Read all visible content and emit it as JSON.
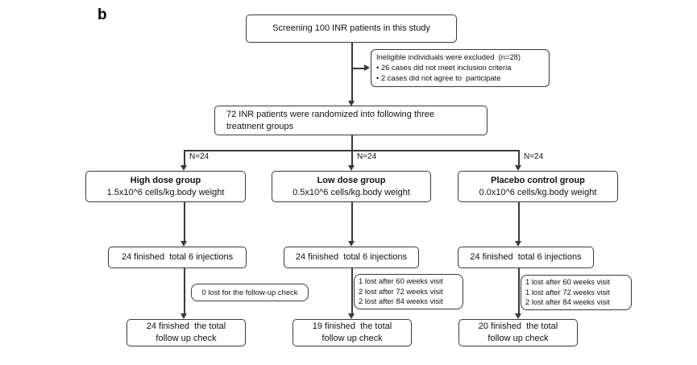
{
  "figure": {
    "panel_label": "b",
    "screening_box": "Screening 100 INR patients in this study",
    "exclusion_box": "Ineligible individuals were excluded  (n=28)\n• 26 cases did not meet inclusion criteria\n• 2 cases did not agree to  participate",
    "randomization_box": "72 INR patients were randomized into following three\ntreatment groups",
    "branch_labels": [
      "N=24",
      "N=24",
      "N=24"
    ],
    "groups": [
      {
        "title": "High dose group",
        "subtitle": "1.5x10^6 cells/kg.body weight",
        "injections": "24 finished  total 6 injections",
        "lost": "0 lost for the follow-up check",
        "followup": "24 finished  the total\nfollow up check"
      },
      {
        "title": "Low dose group",
        "subtitle": "0.5x10^6 cells/kg.body weight",
        "injections": "24 finished  total 6 injections",
        "lost": "1 lost after 60 weeks visit\n2 lost after 72 weeks visit\n2 lost after 84 weeks visit",
        "followup": "19 finished  the total\nfollow up check"
      },
      {
        "title": "Placebo control group",
        "subtitle": "0.0x10^6 cells/kg.body weight",
        "injections": "24 finished  total 6 injections",
        "lost": "1 lost after 60 weeks visit\n1 lost after 72 weeks visit\n2 lost after 84 weeks visit",
        "followup": "20 finished  the total\nfollow up check"
      }
    ],
    "colors": {
      "line": "#3a3a3a",
      "border": "#3a3a3a",
      "text": "#111111",
      "background": "#ffffff"
    }
  }
}
